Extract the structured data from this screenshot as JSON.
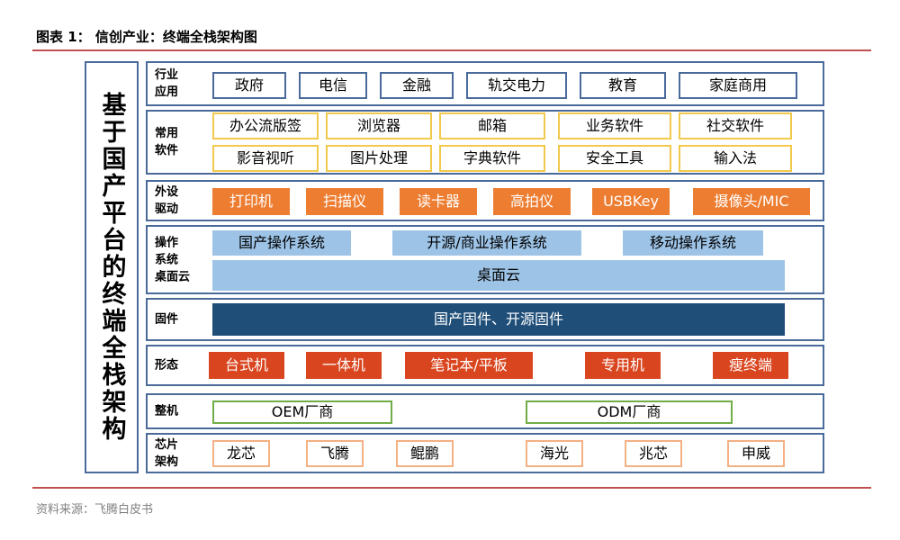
{
  "figure_title": "图表 1：  信创产业：终端全栈架构图",
  "vertical_title": "基于国产平台的终端全栈架构",
  "source": "资料来源：飞腾白皮书",
  "colors": {
    "border": "#4a6a9a",
    "rule": "#c0504d",
    "peripheral": "#ed7d31",
    "form_factor": "#d9451f",
    "os": "#9dc3e6",
    "firmware": "#1f4e79",
    "whole_machine": "#70ad47",
    "chip": "#f4b183",
    "software": "#f2c94c"
  },
  "rows": {
    "industry": {
      "label": [
        "行业",
        "应用"
      ],
      "items": [
        "政府",
        "电信",
        "金融",
        "轨交电力",
        "教育",
        "家庭商用"
      ]
    },
    "software": {
      "label": [
        "常用",
        "软件"
      ],
      "items": [
        "办公流版签",
        "浏览器",
        "邮箱",
        "业务软件",
        "社交软件",
        "影音视听",
        "图片处理",
        "字典软件",
        "安全工具",
        "输入法"
      ]
    },
    "drivers": {
      "label": [
        "外设",
        "驱动"
      ],
      "items": [
        "打印机",
        "扫描仪",
        "读卡器",
        "高拍仪",
        "USBKey",
        "摄像头/MIC"
      ]
    },
    "os": {
      "label": [
        "操作",
        "系统",
        "桌面云"
      ],
      "items": [
        "国产操作系统",
        "开源/商业操作系统",
        "移动操作系统"
      ],
      "cloud": "桌面云"
    },
    "firmware": {
      "label": [
        "固件"
      ],
      "bar": "国产固件、开源固件"
    },
    "form": {
      "label": [
        "形态"
      ],
      "items": [
        "台式机",
        "一体机",
        "笔记本/平板",
        "专用机",
        "瘦终端"
      ]
    },
    "machine": {
      "label": [
        "整机"
      ],
      "items": [
        "OEM厂商",
        "ODM厂商"
      ]
    },
    "chip": {
      "label": [
        "芯片",
        "架构"
      ],
      "items": [
        "龙芯",
        "飞腾",
        "鲲鹏",
        "海光",
        "兆芯",
        "申威"
      ]
    }
  }
}
